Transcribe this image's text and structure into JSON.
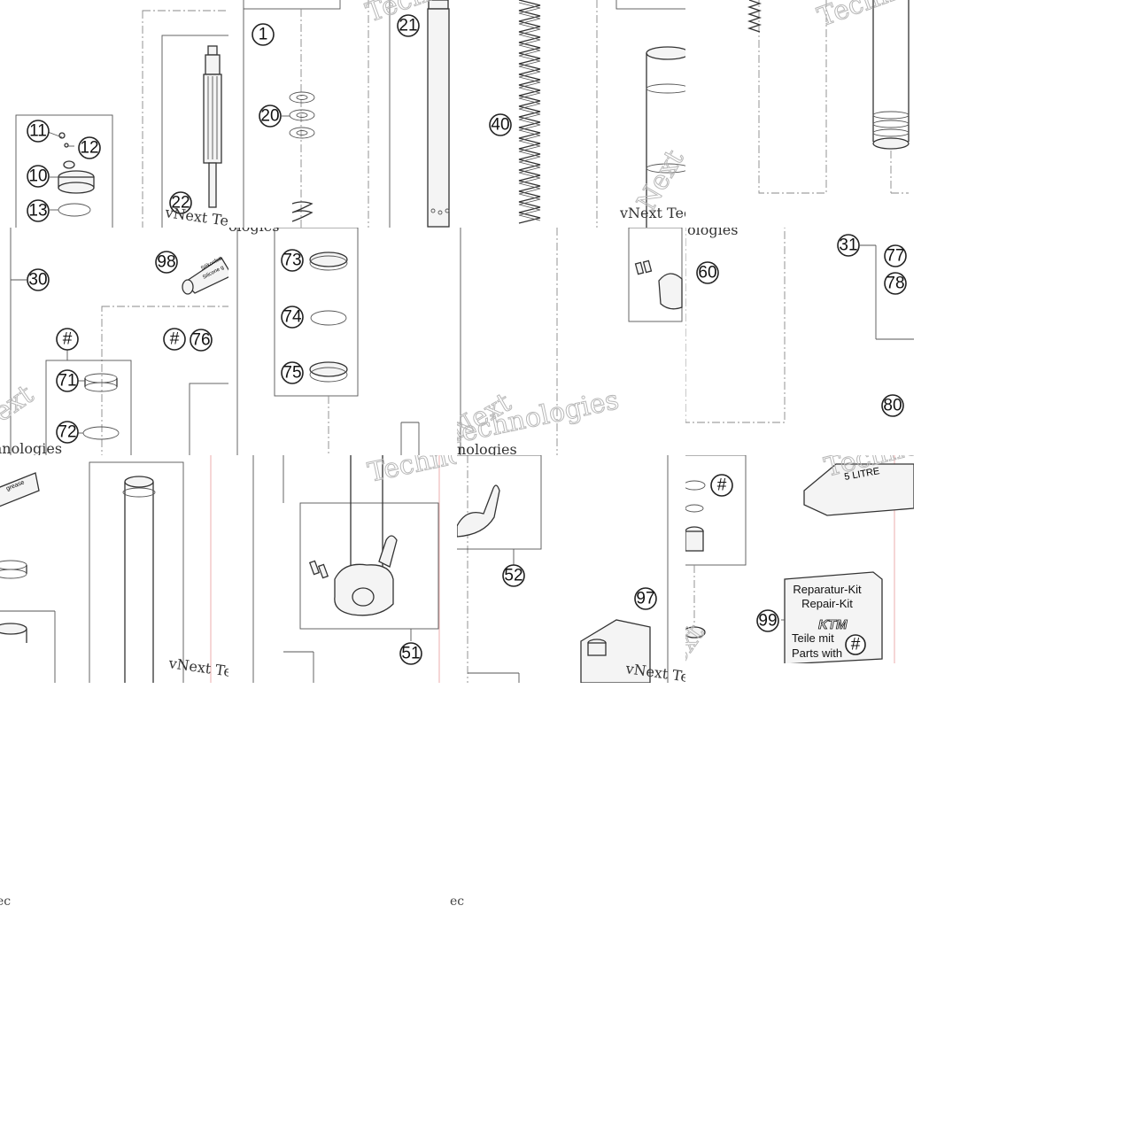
{
  "watermark": {
    "technologies": "Technologies",
    "vnext_tec": "vNext Tec",
    "vnext_technologies": "vNext Technologies",
    "ologies": "ologies",
    "hnologies": "hnologies",
    "nologies": "nologies",
    "technolo": "Techno",
    "next": "Next",
    "fragment_c": "ec"
  },
  "callouts": {
    "c1": "1",
    "c10": "10",
    "c11": "11",
    "c12": "12",
    "c13": "13",
    "c20": "20",
    "c21": "21",
    "c22": "22",
    "c30": "30",
    "c31": "31",
    "c40": "40",
    "c51": "51",
    "c52": "52",
    "c60": "60",
    "c71": "71",
    "c72": "72",
    "c73": "73",
    "c74": "74",
    "c75": "75",
    "c76": "76",
    "c77": "77",
    "c78": "78",
    "c80": "80",
    "c97": "97",
    "c98": "98",
    "c99": "99",
    "hash": "#"
  },
  "kit_box": {
    "line1": "Reparatur-Kit",
    "line2": "Repair-Kit",
    "logo": "KTM",
    "line3": "Teile mit",
    "line4": "Parts with",
    "mark": "#"
  },
  "tube_label": "Silikonfett",
  "tube_label2": "Silicone g",
  "oil_label": "5 LITRE",
  "bag_label": "grease"
}
